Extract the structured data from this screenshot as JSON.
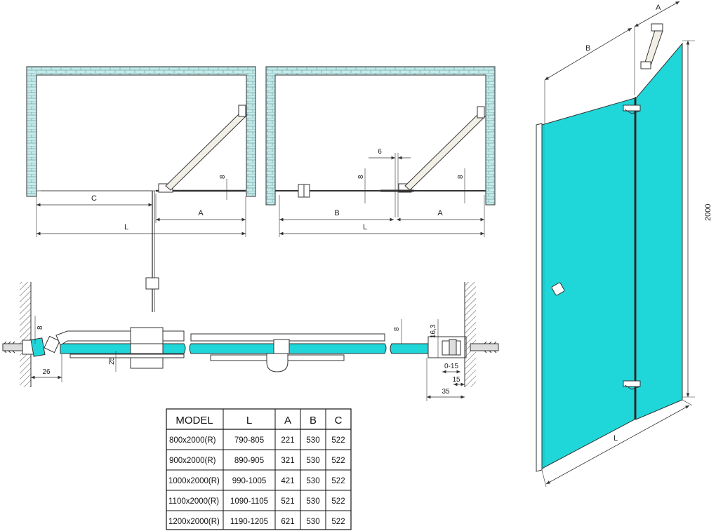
{
  "plan_left": {
    "dim_c": "C",
    "dim_a": "A",
    "dim_l": "L",
    "dim_8": "8"
  },
  "plan_right": {
    "dim_6": "6",
    "dim_8a": "8",
    "dim_8b": "8",
    "dim_b": "B",
    "dim_a": "A",
    "dim_l": "L"
  },
  "section": {
    "dim_8_left": "8",
    "dim_26": "26",
    "dim_25": "25",
    "dim_8_right": "8",
    "dim_16_3": "16,3",
    "dim_0_15": "0-15",
    "dim_15": "15",
    "dim_35": "35"
  },
  "perspective": {
    "dim_a": "A",
    "dim_b": "B",
    "dim_2000": "2000",
    "dim_l": "L"
  },
  "table": {
    "headers": [
      "MODEL",
      "L",
      "A",
      "B",
      "C"
    ],
    "rows": [
      [
        "800x2000(R)",
        "790-805",
        "221",
        "530",
        "522"
      ],
      [
        "900x2000(R)",
        "890-905",
        "321",
        "530",
        "522"
      ],
      [
        "1000x2000(R)",
        "990-1005",
        "421",
        "530",
        "522"
      ],
      [
        "1100x2000(R)",
        "1090-1105",
        "521",
        "530",
        "522"
      ],
      [
        "1200x2000(R)",
        "1190-1205",
        "621",
        "530",
        "522"
      ]
    ]
  },
  "colors": {
    "glass": "#1fd6d9",
    "wall": "#bde6e6",
    "line": "#333333"
  }
}
